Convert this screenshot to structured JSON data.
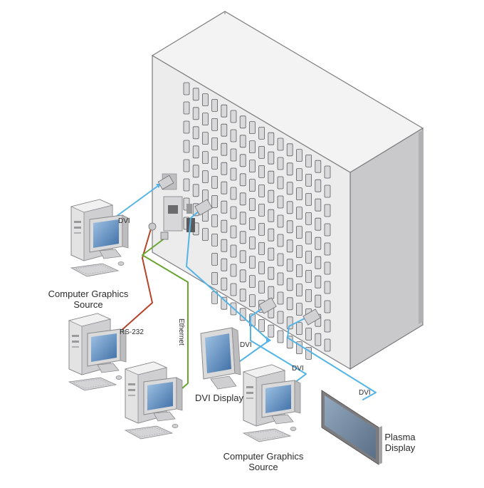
{
  "devices": {
    "computer_top": {
      "caption_line1": "Computer Graphics",
      "caption_line2": "Source"
    },
    "dvi_display": {
      "caption": "DVI Display"
    },
    "computer_bottom": {
      "caption_line1": "Computer Graphics",
      "caption_line2": "Source"
    },
    "plasma": {
      "caption_line1": "Plasma",
      "caption_line2": "Display"
    }
  },
  "cables": {
    "dvi_in": "DVI",
    "rs232": "RS-232",
    "ethernet": "Ethernet",
    "dvi_display": "DVI",
    "dvi_source": "DVI",
    "dvi_plasma": "DVI"
  },
  "colors": {
    "dvi_cable": "#55b4e6",
    "rs232_cable": "#b5442a",
    "ethernet_cable": "#6aa532",
    "chassis": "#e9e9ea",
    "screen": "#5d86b6"
  }
}
